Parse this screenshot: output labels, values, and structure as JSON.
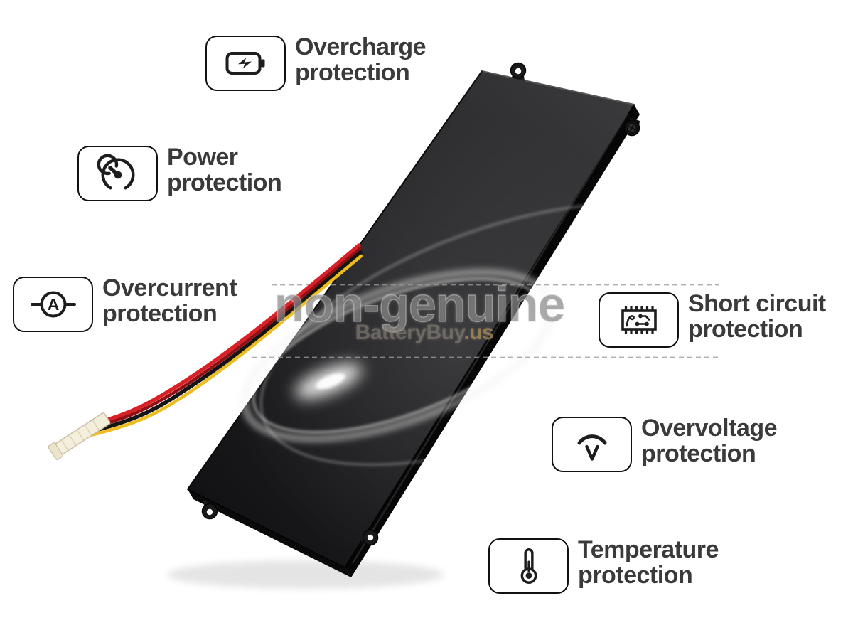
{
  "product": {
    "description": "black laptop battery with red, black and yellow lead wires and white connector",
    "watermark": {
      "line1": "non-genuine",
      "brand": "BatteryBuy",
      "tld": ".us"
    }
  },
  "features": [
    {
      "id": "overcharge",
      "icon": "battery-bolt-icon",
      "line1": "Overcharge",
      "line2": "protection"
    },
    {
      "id": "power",
      "icon": "gauge-icon",
      "line1": "Power",
      "line2": "protection"
    },
    {
      "id": "overcurrent",
      "icon": "ammeter-icon",
      "line1": "Overcurrent",
      "line2": "protection"
    },
    {
      "id": "short-circuit",
      "icon": "chip-icon",
      "line1": "Short circuit",
      "line2": "protection"
    },
    {
      "id": "overvoltage",
      "icon": "voltage-arc-icon",
      "line1": "Overvoltage",
      "line2": "protection"
    },
    {
      "id": "temperature",
      "icon": "thermometer-icon",
      "line1": "Temperature",
      "line2": "protection"
    }
  ],
  "icon_labels": {
    "ammeter_letter": "A"
  },
  "colors": {
    "text": "#3a3a3a",
    "battery_face": "#232325",
    "wire_red": "#d92027",
    "wire_dark_red": "#8f1116",
    "wire_black": "#151515",
    "wire_yellow": "#eebc1d",
    "connector": "#f4efdd",
    "watermark_gray": "#7d7d7d",
    "watermark_tld": "#af8e52"
  }
}
